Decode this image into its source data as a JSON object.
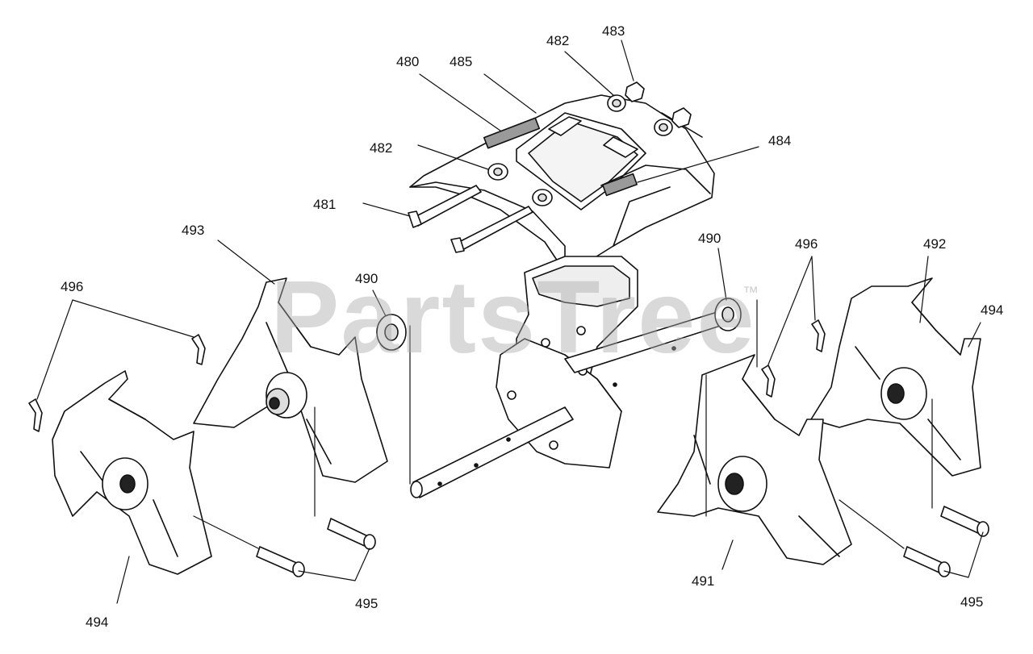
{
  "watermark": {
    "text": "PartsTree",
    "tm": "™"
  },
  "labels": {
    "l480": "480",
    "l485": "485",
    "l482a": "482",
    "l483": "483",
    "l482b": "482",
    "l484": "484",
    "l481": "481",
    "l493": "493",
    "l496a": "496",
    "l490a": "490",
    "l490b": "490",
    "l496b": "496",
    "l492": "492",
    "l494a": "494",
    "l494b": "494",
    "l495a": "495",
    "l491": "491",
    "l495b": "495"
  },
  "colors": {
    "line": "#111111",
    "fill": "#ffffff",
    "shade": "#d8d8d8",
    "decal": "#9a9a9a"
  }
}
